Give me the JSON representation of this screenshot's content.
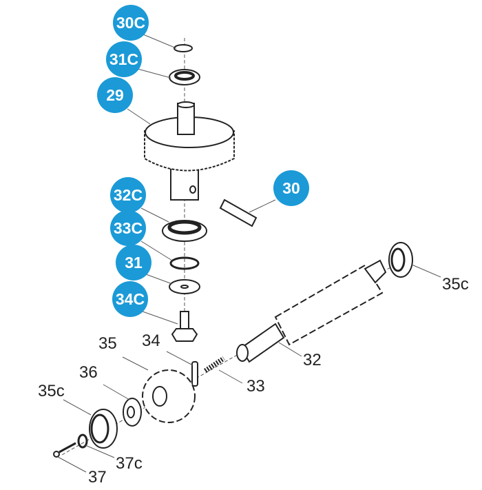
{
  "colors": {
    "callout": "#1b9ad7",
    "line": "#222222"
  },
  "callouts": [
    {
      "label": "30C"
    },
    {
      "label": "31C"
    },
    {
      "label": "29"
    },
    {
      "label": "32C"
    },
    {
      "label": "30"
    },
    {
      "label": "33C"
    },
    {
      "label": "31"
    },
    {
      "label": "34C"
    }
  ],
  "labels": [
    {
      "label": "35c"
    },
    {
      "label": "32"
    },
    {
      "label": "34"
    },
    {
      "label": "35"
    },
    {
      "label": "33"
    },
    {
      "label": "36"
    },
    {
      "label": "35c"
    },
    {
      "label": "37c"
    },
    {
      "label": "37"
    }
  ]
}
